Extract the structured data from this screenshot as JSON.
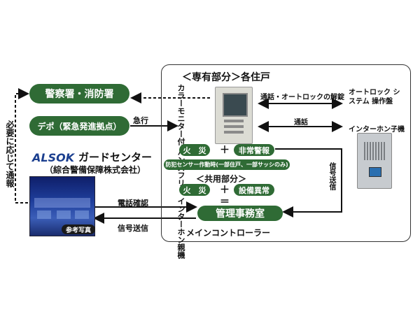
{
  "police_fire": "警察署・消防署",
  "depot": "デポ（緊急発進拠点）",
  "side_note": "必要に応じて通報",
  "alsok": {
    "logo": "ALSOK",
    "center": "ガードセンター",
    "company": "（綜合警備保障株式会社）",
    "photo_label": "参考写真"
  },
  "private_area": {
    "heading": "＜専有部分＞各住戸",
    "monitor_label": "カラーモニター付 ハンズフリー インターホン親機",
    "fire": "火　災",
    "plus": "＋",
    "emergency": "非常警報",
    "sensor": "防犯センサー作動時(一部住戸、一部サッシのみ)"
  },
  "common_area": {
    "heading": "＜共用部分＞",
    "fire": "火　災",
    "plus": "＋",
    "equipment": "設備異常",
    "equals": "＝"
  },
  "management_office": "管理事務室",
  "main_controller": "メインコントローラー",
  "right": {
    "lock_panel": "オートロック システム 操作盤",
    "intercom_sub": "インターホン子機",
    "call_unlock": "通話・オートロックの解錠",
    "call": "通話",
    "signal_send_vertical": "信号送信"
  },
  "arrows": {
    "urgent": "急行",
    "phone_confirm": "電話確認",
    "signal_send": "信号送信"
  }
}
